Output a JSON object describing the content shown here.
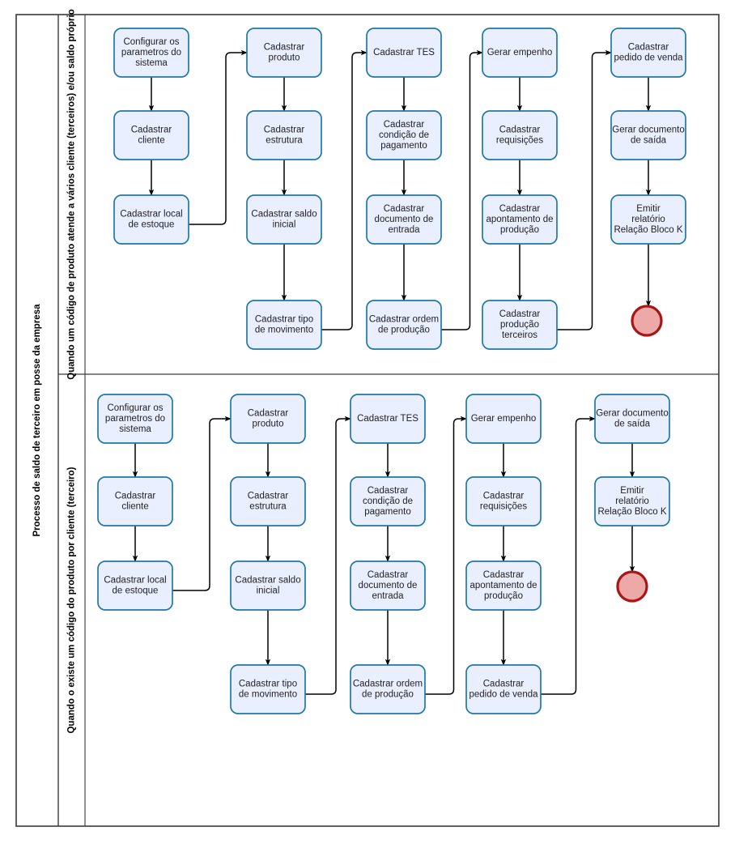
{
  "diagram": {
    "type": "bpmn-swimlane-flowchart",
    "pool_title": "Processo de saldo de terceiro em posse da empresa",
    "colors": {
      "task_fill": "#eaefff",
      "task_stroke": "#1f78a8",
      "start_fill": "#d2f08a",
      "start_stroke": "#6aa524",
      "end_fill": "#eda8a8",
      "end_stroke": "#a81616",
      "connector": "#000000",
      "frame": "#3a3a3a"
    },
    "lanes": [
      {
        "id": "lane-1",
        "title": "Quando um código de produto atende a vários cliente (terceiros) e/ou saldo próprio",
        "start_event": {
          "name": "start-event",
          "label": ""
        },
        "end_event": {
          "name": "end-event",
          "label": ""
        },
        "columns": [
          {
            "id": "col-1",
            "tasks": [
              "Configurar os parametros do sistema",
              "Cadastrar cliente",
              "Cadastrar local de estoque"
            ]
          },
          {
            "id": "col-2",
            "tasks": [
              "Cadastrar produto",
              "Cadastrar estrutura",
              "Cadastrar saldo inicial",
              "Cadastrar tipo de movimento"
            ]
          },
          {
            "id": "col-3",
            "tasks": [
              "Cadastrar TES",
              "Cadastrar condição de pagamento",
              "Cadastrar documento de entrada",
              "Cadastrar ordem de produção"
            ]
          },
          {
            "id": "col-4",
            "tasks": [
              "Gerar empenho",
              "Cadastrar requisições",
              "Cadastrar apontamento de produção",
              "Cadastrar produção terceiros"
            ]
          },
          {
            "id": "col-5",
            "tasks": [
              "Cadastrar pedido de venda",
              "Gerar documento de saída",
              "Emitir relatório Relação Bloco K"
            ]
          }
        ]
      },
      {
        "id": "lane-2",
        "title": "Quando o existe um código do produto por cliente (terceiro)",
        "start_event": {
          "name": "start-event",
          "label": ""
        },
        "end_event": {
          "name": "end-event",
          "label": ""
        },
        "columns": [
          {
            "id": "col-1",
            "tasks": [
              "Configurar os parametros do sistema",
              "Cadastrar cliente",
              "Cadastrar local de estoque"
            ]
          },
          {
            "id": "col-2",
            "tasks": [
              "Cadastrar produto",
              "Cadastrar estrutura",
              "Cadastrar saldo inicial",
              "Cadastrar tipo de movimento"
            ]
          },
          {
            "id": "col-3",
            "tasks": [
              "Cadastrar TES",
              "Cadastrar condição de pagamento",
              "Cadastrar documento de entrada",
              "Cadastrar ordem de produção"
            ]
          },
          {
            "id": "col-4",
            "tasks": [
              "Gerar empenho",
              "Cadastrar requisições",
              "Cadastrar apontamento de produção",
              "Cadastrar pedido de venda"
            ]
          },
          {
            "id": "col-5",
            "tasks": [
              "Gerar documento de saída",
              "Emitir relatório Relação Bloco K"
            ]
          }
        ]
      }
    ]
  }
}
